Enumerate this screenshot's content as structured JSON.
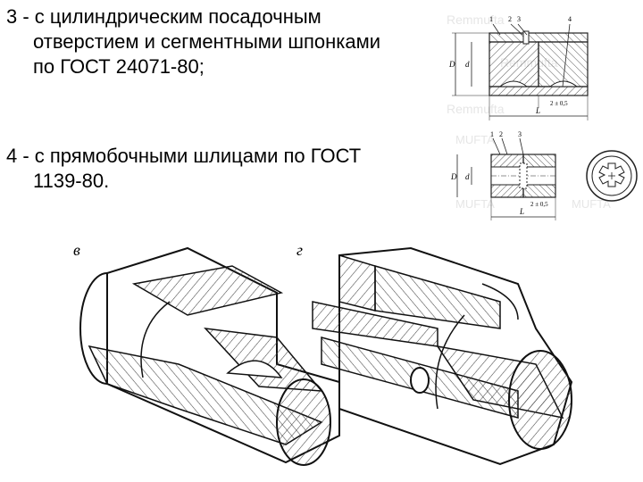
{
  "items": [
    {
      "lines": [
        "3 - с цилиндрическим посадочным",
        "отверстием и сегментными шпонками",
        "по ГОСТ 24071-80;"
      ]
    },
    {
      "lines": [
        "4 - с прямобочными шлицами по ГОСТ",
        "1139-80."
      ]
    }
  ],
  "drawing_top": {
    "callouts": [
      "1",
      "2",
      "3",
      "4"
    ],
    "dim_D": "D",
    "dim_d": "d",
    "tolerance": "2 ± 0,5",
    "dim_L": "L",
    "watermark": "Remmufta"
  },
  "drawing_mid": {
    "callouts": [
      "1",
      "2",
      "3"
    ],
    "dim_D": "D",
    "dim_d": "d",
    "tolerance": "2 ± 0,5",
    "dim_L": "L",
    "watermark": "MUFTA"
  },
  "drawing_bottom": {
    "label_left": "в",
    "label_right": "г"
  }
}
